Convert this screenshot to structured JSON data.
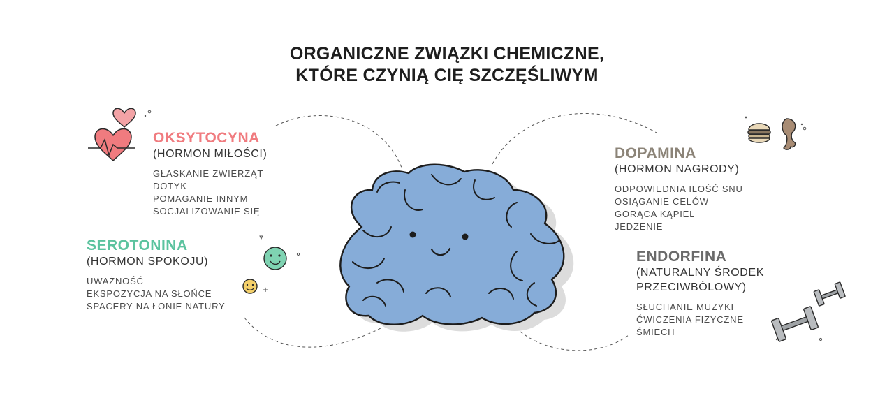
{
  "title": {
    "line1": "ORGANICZNE ZWIĄZKI CHEMICZNE,",
    "line2": "KTÓRE CZYNIĄ CIĘ SZCZĘŚLIWYM"
  },
  "colors": {
    "oxytocin": "#f07b7f",
    "serotonin": "#5cc39f",
    "dopamine": "#8c8478",
    "endorphin": "#6a6a6a",
    "brain": "#86acd8",
    "brain_outline": "#1d1d1d"
  },
  "hormones": {
    "oxytocin": {
      "name": "OKSYTOCYNA",
      "subtitle": "(HORMON MIŁOŚCI)",
      "items": [
        "GŁASKANIE ZWIERZĄT",
        "DOTYK",
        "POMAGANIE INNYM",
        "SOCJALIZOWANIE SIĘ"
      ],
      "icon": "heart-rate-icon"
    },
    "serotonin": {
      "name": "SEROTONINA",
      "subtitle": "(HORMON SPOKOJU)",
      "items": [
        "UWAŻNOŚĆ",
        "EKSPOZYCJA NA SŁOŃCE",
        "SPACERY NA ŁONIE NATURY"
      ],
      "icon": "smiley-face-icon"
    },
    "dopamine": {
      "name": "DOPAMINA",
      "subtitle": "(HORMON NAGRODY)",
      "items": [
        "ODPOWIEDNIA ILOŚĆ SNU",
        "OSIĄGANIE CELÓW",
        "GORĄCA KĄPIEL",
        "JEDZENIE"
      ],
      "icon": "burger-chicken-icon"
    },
    "endorphin": {
      "name": "ENDORFINA",
      "subtitle_line1": "(NATURALNY ŚRODEK",
      "subtitle_line2": "PRZECIWBÓLOWY)",
      "items": [
        "SŁUCHANIE MUZYKI",
        "ĆWICZENIA FIZYCZNE",
        "ŚMIECH"
      ],
      "icon": "dumbbell-icon"
    }
  }
}
